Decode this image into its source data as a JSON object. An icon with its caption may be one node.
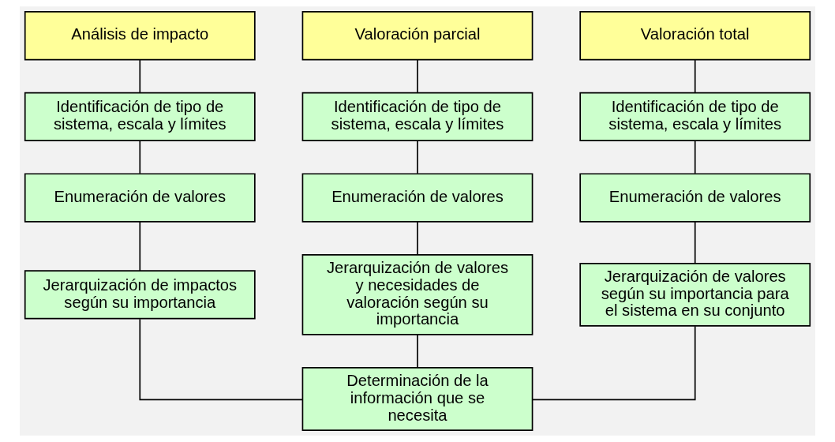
{
  "diagram": {
    "nodes": [
      {
        "text": [
          "Análisis de impacto"
        ]
      },
      {
        "text": [
          "Valoración parcial"
        ]
      },
      {
        "text": [
          "Valoración total"
        ]
      },
      {
        "text": [
          "Identificación de tipo de sistema, escala y límites"
        ]
      },
      {
        "text": [
          "Identificación de tipo de sistema, escala y límites"
        ]
      },
      {
        "text": [
          "Identificación de tipo de sistema, escala y límites"
        ]
      },
      {
        "text": [
          "Enumeración de valores"
        ]
      },
      {
        "text": [
          "Enumeración de valores"
        ]
      },
      {
        "text": [
          "Enumeración de valores"
        ]
      },
      {
        "text": [
          "Jerarquización de impactos según su importancia"
        ]
      },
      {
        "text": [
          "Jerarquización de valores y necesidades de valoración según su importancia"
        ]
      },
      {
        "text": [
          "Jerarquización de valores según su importancia para el sistema en su conjunto"
        ]
      },
      {
        "text": [
          "Determinación de la información que se necesita"
        ]
      }
    ],
    "edges": [
      {
        "from": 0,
        "to": 3,
        "arrow": "none"
      },
      {
        "from": 1,
        "to": 4,
        "arrow": "none"
      },
      {
        "from": 2,
        "to": 5,
        "arrow": "none"
      },
      {
        "from": 3,
        "to": 6,
        "arrow": "none"
      },
      {
        "from": 4,
        "to": 7,
        "arrow": "none"
      },
      {
        "from": 5,
        "to": 8,
        "arrow": "none"
      },
      {
        "from": 6,
        "to": 9,
        "arrow": "none"
      },
      {
        "from": 7,
        "to": 10,
        "arrow": "none"
      },
      {
        "from": 8,
        "to": 11,
        "arrow": "none"
      },
      {
        "from": 9,
        "to": 12,
        "arrow": "none"
      },
      {
        "from": 10,
        "to": 12,
        "arrow": "none"
      },
      {
        "from": 11,
        "to": 12,
        "arrow": "none"
      }
    ]
  }
}
